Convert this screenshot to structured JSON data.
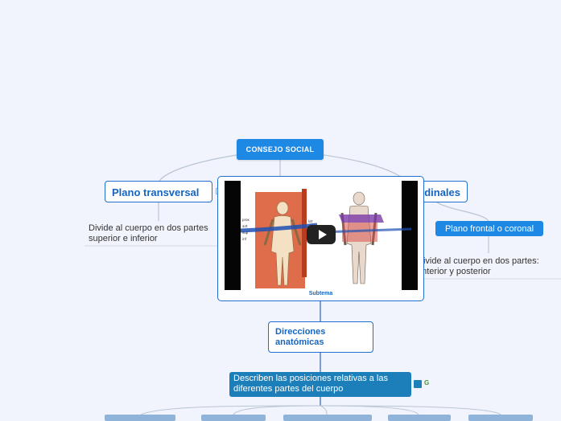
{
  "map": {
    "root": "CONSEJO SOCIAL",
    "plano_transversal": {
      "title": "Plano transversal",
      "description": "Divide al cuerpo en dos partes superior e inferior"
    },
    "plano_longitudinales": {
      "title": "dinales"
    },
    "plano_frontal": {
      "title": "Plano frontal o coronal",
      "description": "Divide al cuerpo en dos partes: anterior y posterior"
    },
    "media": {
      "caption": "Subtema",
      "video_label": "play-icon"
    },
    "direcciones": {
      "title": "Direcciones anatómicas"
    },
    "describen": {
      "text": "Describen las posiciones relativas a las diferentes partes del cuerpo"
    }
  },
  "colors": {
    "background": "#f1f4fc",
    "primary": "#1e88e5",
    "outline": "#1e6fd0",
    "text_blue": "#1565c0",
    "teal_box": "#1d7fba",
    "connector": "#b9c4d4"
  }
}
